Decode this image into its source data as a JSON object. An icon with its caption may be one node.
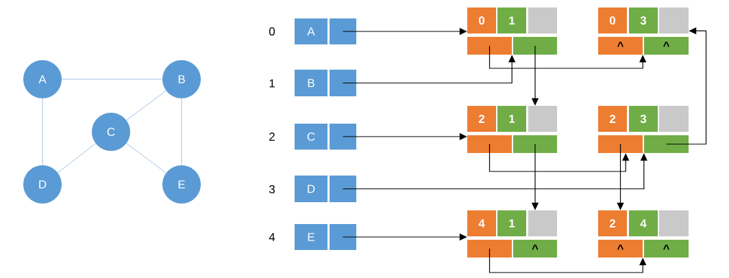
{
  "diagram": {
    "nodes": [
      {
        "text": [
          "A"
        ]
      },
      {
        "text": [
          "B"
        ]
      },
      {
        "text": [
          "C"
        ]
      },
      {
        "text": [
          "D"
        ]
      },
      {
        "text": [
          "E"
        ]
      },
      {
        "text": [
          "A"
        ]
      },
      {
        "text": [],
        "shape": "box"
      },
      {
        "text": [
          "B"
        ]
      },
      {
        "text": [],
        "shape": "box"
      },
      {
        "text": [
          "C"
        ]
      },
      {
        "text": [],
        "shape": "box"
      },
      {
        "text": [
          "D"
        ]
      },
      {
        "text": [],
        "shape": "box"
      },
      {
        "text": [
          "E"
        ]
      },
      {
        "text": [],
        "shape": "box"
      },
      {
        "text": [
          "0"
        ]
      },
      {
        "text": [
          "1"
        ]
      },
      {
        "text": [],
        "shape": "box"
      },
      {
        "text": [],
        "shape": "box"
      },
      {
        "text": [],
        "shape": "box"
      },
      {
        "text": [
          "0"
        ]
      },
      {
        "text": [
          "3"
        ]
      },
      {
        "text": [],
        "shape": "box"
      },
      {
        "text": [
          "^"
        ]
      },
      {
        "text": [
          "^"
        ]
      },
      {
        "text": [
          "2"
        ]
      },
      {
        "text": [
          "1"
        ]
      },
      {
        "text": [],
        "shape": "box"
      },
      {
        "text": [],
        "shape": "box"
      },
      {
        "text": [],
        "shape": "box"
      },
      {
        "text": [
          "2"
        ]
      },
      {
        "text": [
          "3"
        ]
      },
      {
        "text": [],
        "shape": "box"
      },
      {
        "text": [],
        "shape": "box"
      },
      {
        "text": [],
        "shape": "box"
      },
      {
        "text": [
          "4"
        ]
      },
      {
        "text": [
          "1"
        ]
      },
      {
        "text": [],
        "shape": "box"
      },
      {
        "text": [],
        "shape": "box"
      },
      {
        "text": [
          "^"
        ]
      },
      {
        "text": [
          "2"
        ]
      },
      {
        "text": [
          "4"
        ]
      },
      {
        "text": [],
        "shape": "box"
      },
      {
        "text": [
          "^"
        ]
      },
      {
        "text": [
          "^"
        ]
      }
    ],
    "edges": [
      {
        "from": 0,
        "to": 1,
        "arrow": "none",
        "color": "#5b9bd5"
      },
      {
        "from": 0,
        "to": 3,
        "arrow": "none",
        "color": "#5b9bd5"
      },
      {
        "from": 1,
        "to": 2,
        "arrow": "none",
        "color": "#5b9bd5"
      },
      {
        "from": 1,
        "to": 4,
        "arrow": "none",
        "color": "#5b9bd5"
      },
      {
        "from": 2,
        "to": 3,
        "arrow": "none",
        "color": "#5b9bd5"
      },
      {
        "from": 2,
        "to": 4,
        "arrow": "none",
        "color": "#5b9bd5"
      },
      {
        "from": 6,
        "to": 15,
        "arrow": "to"
      },
      {
        "from": 8,
        "to": 18,
        "arrow": "to"
      },
      {
        "from": 18,
        "to": 23,
        "arrow": "to"
      },
      {
        "from": 19,
        "to": 27,
        "arrow": "to"
      },
      {
        "from": 34,
        "to": 22,
        "arrow": "to"
      },
      {
        "from": 10,
        "to": 28,
        "arrow": "to"
      },
      {
        "from": 28,
        "to": 33,
        "arrow": "to"
      },
      {
        "from": 29,
        "to": 37,
        "arrow": "to"
      },
      {
        "from": 12,
        "to": 34,
        "arrow": "to"
      },
      {
        "from": 33,
        "to": 40,
        "arrow": "to"
      },
      {
        "from": 14,
        "to": 35,
        "arrow": "to"
      },
      {
        "from": 38,
        "to": 43,
        "arrow": "to"
      }
    ],
    "labels": [
      "0",
      "1",
      "2",
      "3",
      "4"
    ]
  }
}
